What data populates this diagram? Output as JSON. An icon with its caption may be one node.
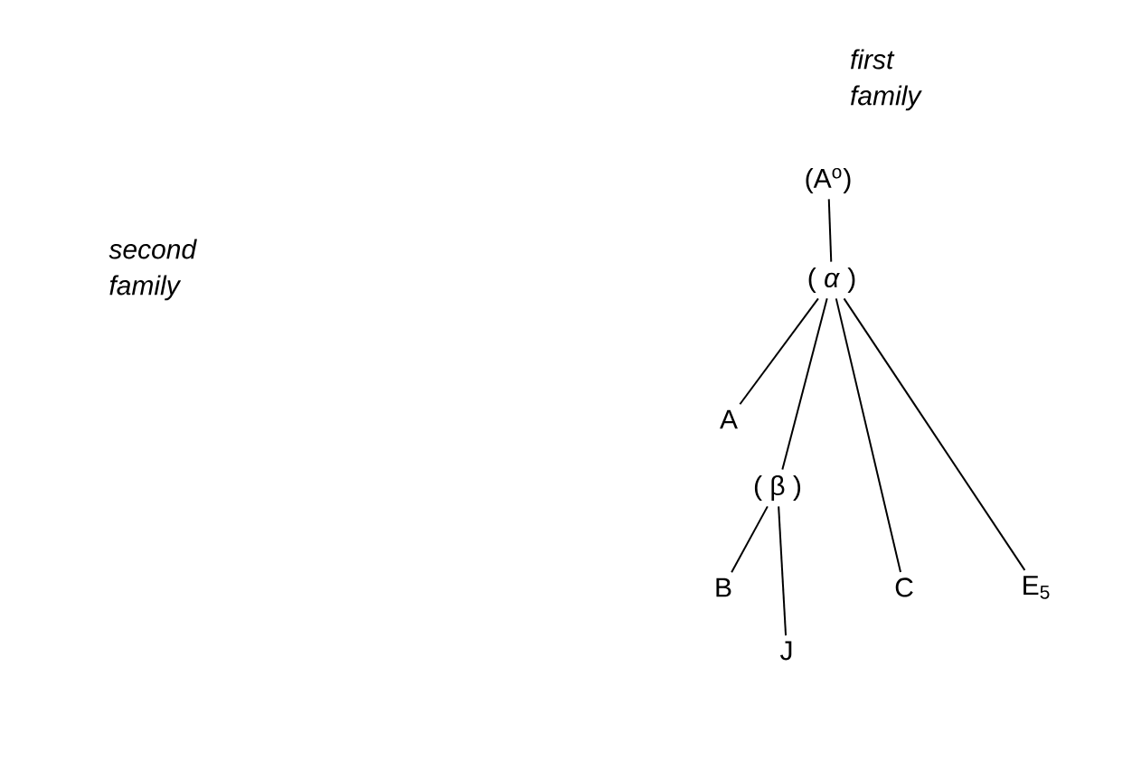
{
  "diagram": {
    "nodes": [
      {
        "text": [
          "(A$^{o}$)"
        ]
      },
      {
        "text": [
          "( *α* )"
        ]
      },
      {
        "text": [
          "A"
        ]
      },
      {
        "text": [
          "( β )"
        ]
      },
      {
        "text": [
          "B"
        ]
      },
      {
        "text": [
          "J"
        ]
      },
      {
        "text": [
          "C"
        ]
      },
      {
        "text": [
          "E$_{5}$"
        ]
      }
    ],
    "edges": [
      {
        "from": 0,
        "to": 1,
        "arrow": "none"
      },
      {
        "from": 1,
        "to": 2,
        "arrow": "none"
      },
      {
        "from": 1,
        "to": 3,
        "arrow": "none"
      },
      {
        "from": 1,
        "to": 6,
        "arrow": "none"
      },
      {
        "from": 1,
        "to": 7,
        "arrow": "none"
      },
      {
        "from": 3,
        "to": 4,
        "arrow": "none"
      },
      {
        "from": 3,
        "to": 5,
        "arrow": "none"
      }
    ],
    "labels": [
      "first family",
      "second family"
    ]
  }
}
